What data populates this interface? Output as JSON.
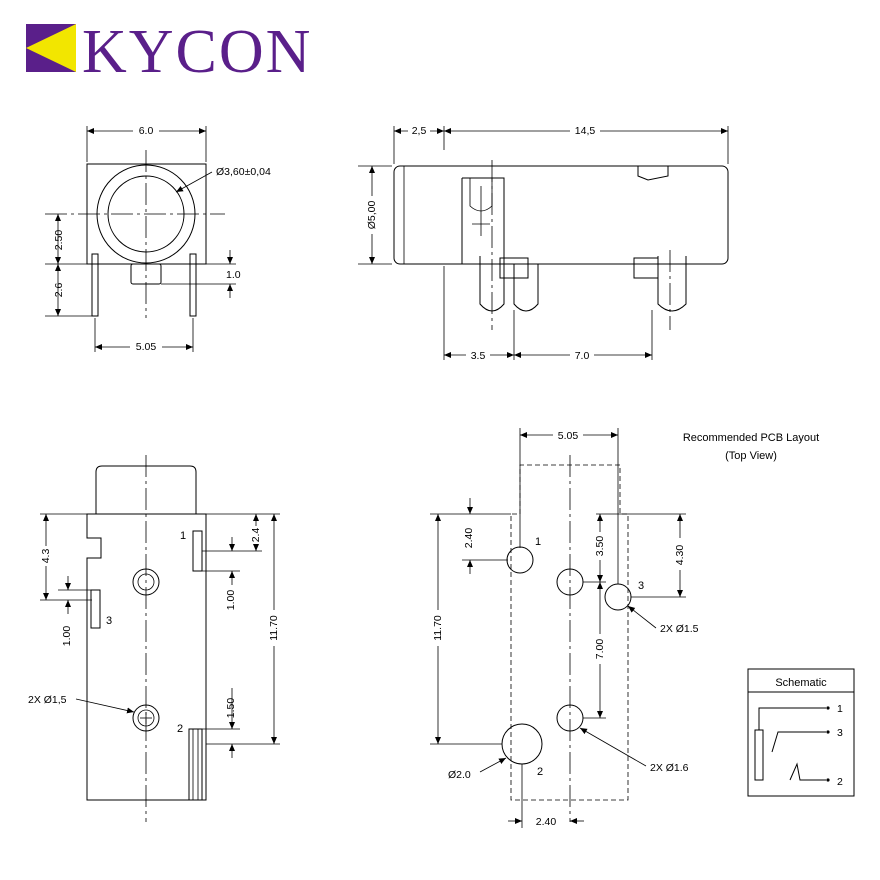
{
  "logo": {
    "text": "KYCON",
    "brand_color": "#5a1f8a",
    "accent_color": "#f2e600"
  },
  "front_view": {
    "width": "6.0",
    "hole_diameter": "Ø3,60±0,04",
    "center_height": "2.50",
    "pin_length": "2.6",
    "pin_offset": "1.0",
    "pin_spacing": "5.05"
  },
  "side_view": {
    "front_length": "2,5",
    "body_length": "14,5",
    "diameter": "Ø5,00",
    "pin_offset_1": "3.5",
    "pin_offset_2": "7.0"
  },
  "bottom_view": {
    "pin1_label": "1",
    "pin2_label": "2",
    "pin3_label": "3",
    "dim_4_3": "4.3",
    "dim_2_4": "2.4",
    "dim_1_00_a": "1.00",
    "dim_1_00_b": "1.00",
    "dim_11_70": "11.70",
    "dim_1_50": "1.50",
    "hole_callout": "2X Ø1,5"
  },
  "pcb_layout": {
    "title": "Recommended PCB Layout",
    "subtitle": "(Top View)",
    "dim_5_05": "5.05",
    "dim_2_40_top": "2.40",
    "dim_3_50": "3.50",
    "dim_4_30": "4.30",
    "dim_11_70": "11.70",
    "dim_7_00": "7.00",
    "dim_2_40_bottom": "2.40",
    "hole_callout_15": "2X Ø1.5",
    "hole_callout_16": "2X Ø1.6",
    "hole_callout_20": "Ø2.0",
    "pin1_label": "1",
    "pin2_label": "2",
    "pin3_label": "3"
  },
  "schematic": {
    "title": "Schematic",
    "pin1": "1",
    "pin3": "3",
    "pin2": "2"
  }
}
